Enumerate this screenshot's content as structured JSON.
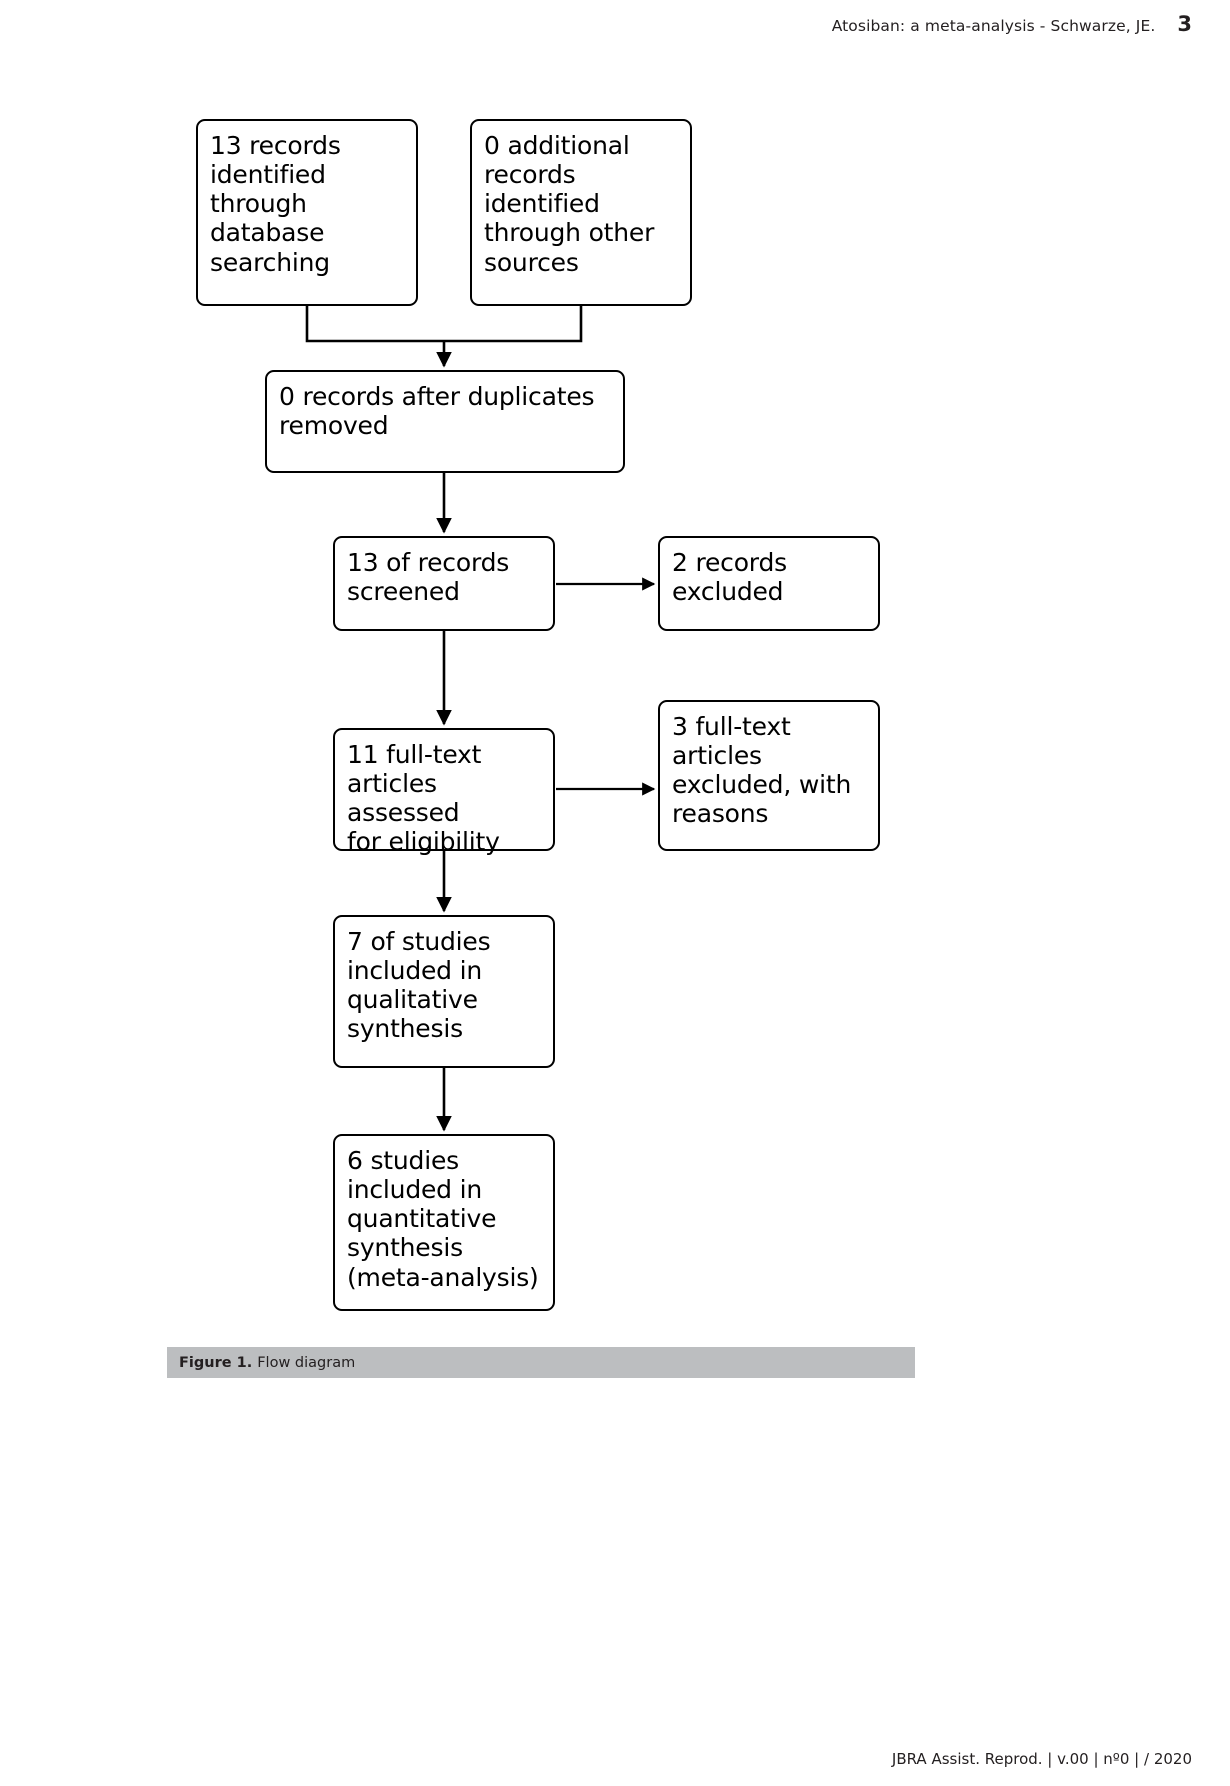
{
  "header": {
    "running_title": "Atosiban: a meta-analysis - Schwarze, JE.",
    "page_number": "3"
  },
  "figure": {
    "caption_label": "Figure 1.",
    "caption_text": "Flow diagram",
    "caption_bar_color": "#bcbec0"
  },
  "footer": {
    "text": "JBRA Assist. Reprod. | v.00 | nº0 | / 2020"
  },
  "chart_data": {
    "type": "diagram",
    "title": "Flow diagram",
    "diagram_kind": "PRISMA flow diagram",
    "nodes": [
      {
        "id": "identified",
        "stage": "identification",
        "count": 13,
        "text": "13 records\nidentified\nthrough\ndatabase\nsearching"
      },
      {
        "id": "additional",
        "stage": "identification",
        "count": 0,
        "text": "0 additional\nrecords\nidentified\nthrough other\nsources"
      },
      {
        "id": "duplicates",
        "stage": "screening",
        "count": 0,
        "text": "0 records after duplicates\nremoved"
      },
      {
        "id": "screened",
        "stage": "screening",
        "count": 13,
        "text": "13 of records\nscreened"
      },
      {
        "id": "excluded",
        "stage": "screening",
        "count": 2,
        "text": "2 records\nexcluded"
      },
      {
        "id": "fulltext",
        "stage": "eligibility",
        "count": 11,
        "text": "11 full-text\narticles assessed\nfor eligibility"
      },
      {
        "id": "ftexcluded",
        "stage": "eligibility",
        "count": 3,
        "text": "3 full-text\narticles\nexcluded, with\nreasons"
      },
      {
        "id": "qualitative",
        "stage": "included",
        "count": 7,
        "text": "7 of studies\nincluded in\nqualitative\nsynthesis"
      },
      {
        "id": "quantitative",
        "stage": "included",
        "count": 6,
        "text": "6 studies\nincluded in\nquantitative\nsynthesis\n(meta-analysis)"
      }
    ],
    "edges": [
      {
        "from": "identified",
        "to": "duplicates"
      },
      {
        "from": "additional",
        "to": "duplicates"
      },
      {
        "from": "duplicates",
        "to": "screened"
      },
      {
        "from": "screened",
        "to": "excluded"
      },
      {
        "from": "screened",
        "to": "fulltext"
      },
      {
        "from": "fulltext",
        "to": "ftexcluded"
      },
      {
        "from": "fulltext",
        "to": "qualitative"
      },
      {
        "from": "qualitative",
        "to": "quantitative"
      }
    ]
  }
}
